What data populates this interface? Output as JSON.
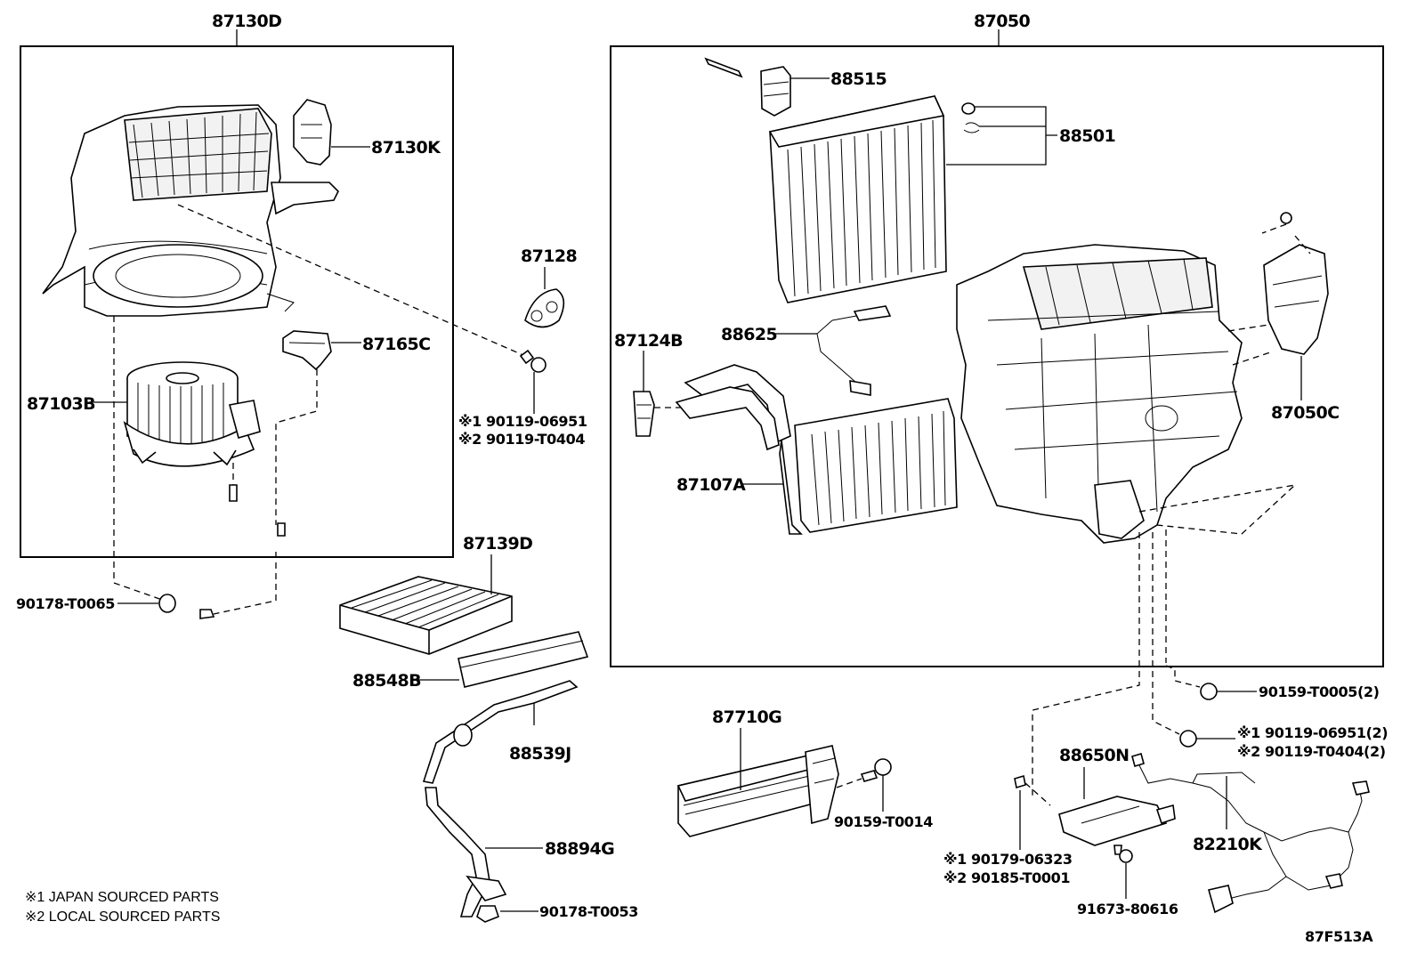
{
  "diagram_id": "87F513A",
  "groups": {
    "blower": "87130D",
    "unit": "87050"
  },
  "labels": {
    "p87130K": "87130K",
    "p87103B": "87103B",
    "p87165C": "87165C",
    "p87128": "87128",
    "p90119_1": "※1 90119-06951",
    "p90119_2": "※2 90119-T0404",
    "p87139D": "87139D",
    "p90178_T0065": "90178-T0065",
    "p88548B": "88548B",
    "p88539J": "88539J",
    "p88894G": "88894G",
    "p90178_T0053": "90178-T0053",
    "p88515": "88515",
    "p88501": "88501",
    "p87124B": "87124B",
    "p88625": "88625",
    "p87107A": "87107A",
    "p87050C": "87050C",
    "p90159_T0005": "90159-T0005(2)",
    "p90119_06951_2": "※1 90119-06951(2)",
    "p90119_T0404_2": "※2 90119-T0404(2)",
    "p87710G": "87710G",
    "p90159_T0014": "90159-T0014",
    "p88650N": "88650N",
    "p82210K": "82210K",
    "p90179": "※1 90179-06323",
    "p90185": "※2 90185-T0001",
    "p91673": "91673-80616"
  },
  "legend": {
    "note1": "※1 JAPAN SOURCED PARTS",
    "note2": "※2 LOCAL SOURCED PARTS"
  }
}
